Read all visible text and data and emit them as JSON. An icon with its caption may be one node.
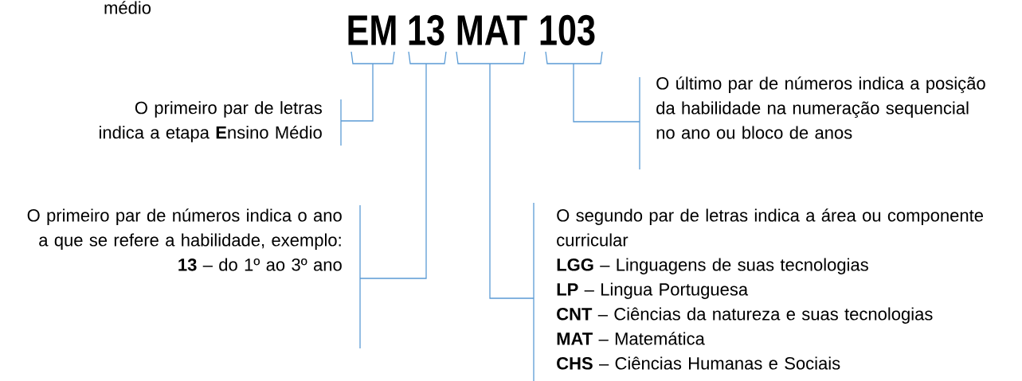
{
  "diagram": {
    "nodes": [
      {
        "text": [
          "EM"
        ]
      },
      {
        "text": [
          "13"
        ]
      },
      {
        "text": [
          "MAT"
        ]
      },
      {
        "text": [
          "103"
        ]
      },
      {
        "text": [
          "O primeiro par de letras indica a etapa **E**nsino Médio"
        ]
      },
      {
        "text": [
          "O primeiro par de números indica o ano a que se refere a habilidade, exemplo:",
          "**13** – do 1º ao 3º ano"
        ]
      },
      {
        "text": [
          "O último par de números indica a posição da habilidade na numeração sequencial no ano ou bloco de anos"
        ]
      },
      {
        "text": [
          "O segundo par de letras indica a área ou componente curricular",
          "**LGG** – Linguagens de suas tecnologias",
          "**LP** – Lingua Portuguesa",
          "**CNT** – Ciências da natureza e suas tecnologias",
          "**MAT** – Matemática",
          "**CHS** – Ciências Humanas e Sociais"
        ]
      }
    ],
    "edges": [
      {
        "from": 0,
        "to": 4,
        "arrow": "none"
      },
      {
        "from": 1,
        "to": 5,
        "arrow": "none"
      },
      {
        "from": 2,
        "to": 7,
        "arrow": "none"
      },
      {
        "from": 3,
        "to": 6,
        "arrow": "none"
      }
    ],
    "labels": [
      "médio"
    ]
  }
}
